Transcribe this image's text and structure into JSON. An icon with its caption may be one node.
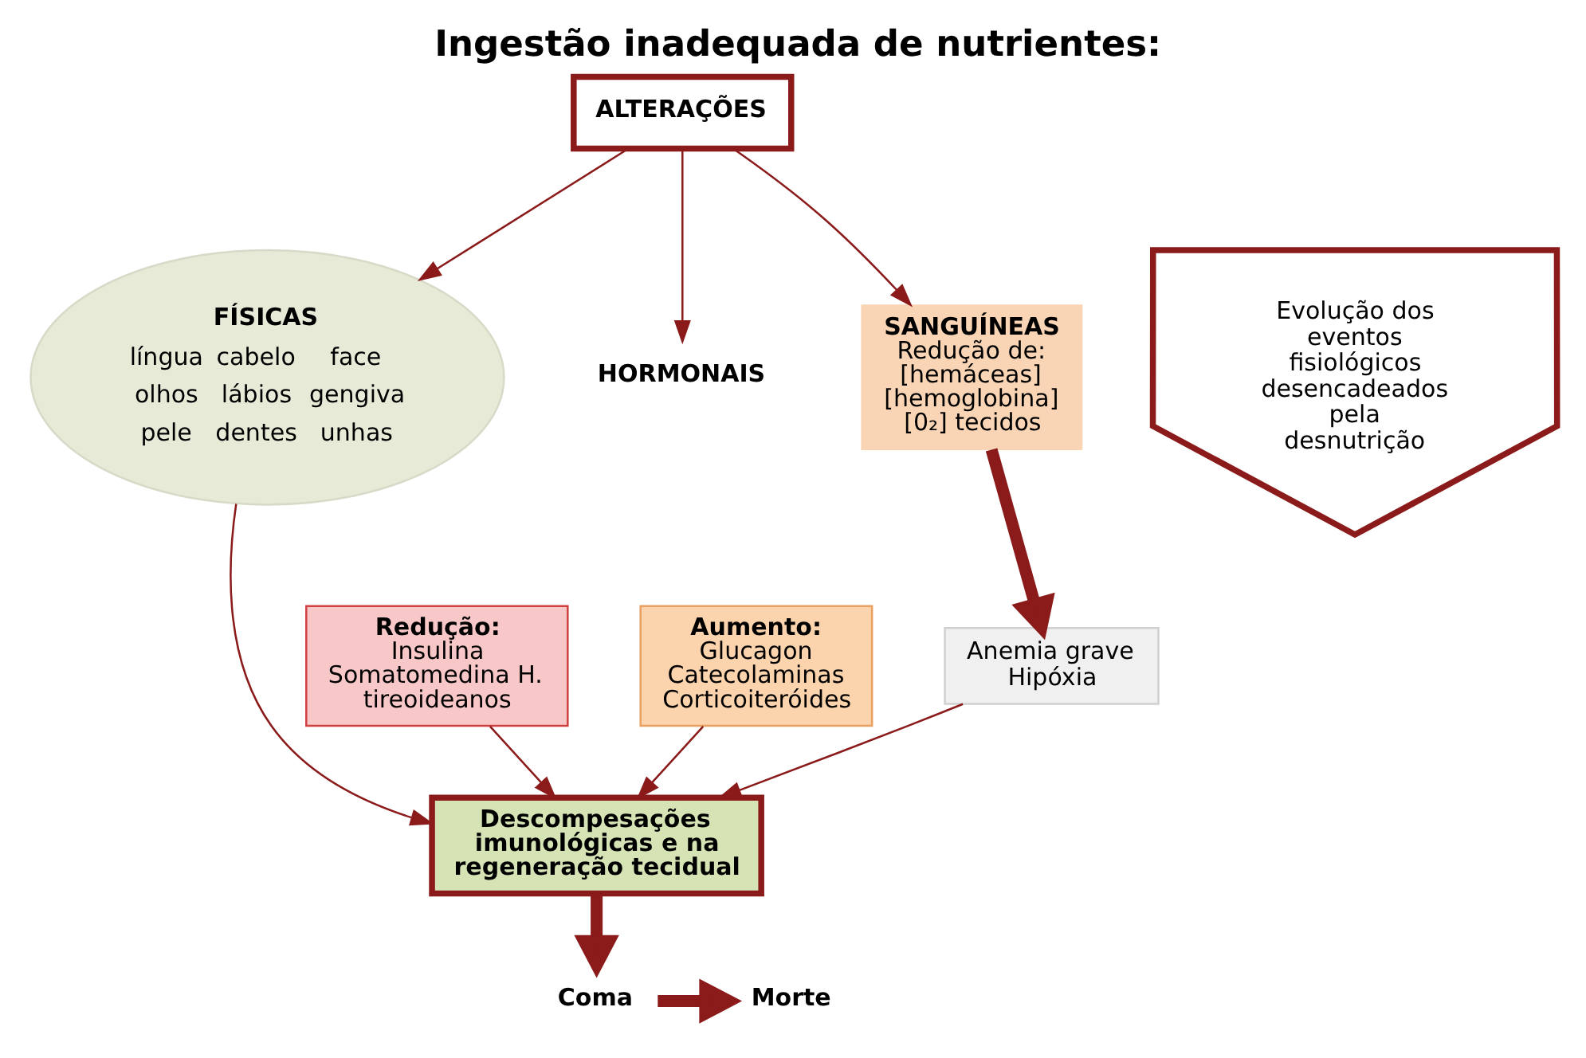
{
  "diagram": {
    "title": "Ingestão inadequada de nutrientes:",
    "nodes": [
      {
        "text": [
          "ALTERAÇÕES"
        ]
      },
      {
        "text": [
          "FÍSICAS",
          "língua",
          "cabelo",
          "face",
          "olhos",
          "lábios",
          "gengiva",
          "pele",
          "dentes",
          "unhas"
        ]
      },
      {
        "text": [
          "SANGUÍNEAS",
          "Redução de:",
          "[hemáceas] [hemoglobina] [0₂] tecidos"
        ]
      },
      {
        "text": [
          "HORMONAIS"
        ]
      },
      {
        "text": [
          "Redução:",
          "Insulina Somatomedina H. tireoideanos"
        ]
      },
      {
        "text": [
          "Aumento:",
          "Glucagon Catecolaminas Corticoiteróides"
        ]
      },
      {
        "text": [
          "Anemia grave Hipóxia"
        ]
      },
      {
        "text": [
          "Descompesações imunológicas e na regeneração tecidual"
        ]
      },
      {
        "text": [
          "Coma"
        ]
      },
      {
        "text": [
          "Morte"
        ]
      },
      {
        "text": [
          "Evolução dos eventos fisiológicos desencadeados pela desnutrição"
        ]
      }
    ],
    "edges": [
      {
        "from": 0,
        "to": 1,
        "arrow": "to"
      },
      {
        "from": 0,
        "to": 3,
        "arrow": "to"
      },
      {
        "from": 0,
        "to": 2,
        "arrow": "to"
      },
      {
        "from": 1,
        "to": 7,
        "arrow": "to"
      },
      {
        "from": 4,
        "to": 7,
        "arrow": "to"
      },
      {
        "from": 5,
        "to": 7,
        "arrow": "to"
      },
      {
        "from": 6,
        "to": 7,
        "arrow": "to"
      },
      {
        "from": 2,
        "to": 6,
        "arrow": "to",
        "style": "thick"
      },
      {
        "from": 7,
        "to": 8,
        "arrow": "to",
        "style": "thick"
      },
      {
        "from": 8,
        "to": 9,
        "arrow": "to",
        "style": "thick"
      }
    ]
  }
}
